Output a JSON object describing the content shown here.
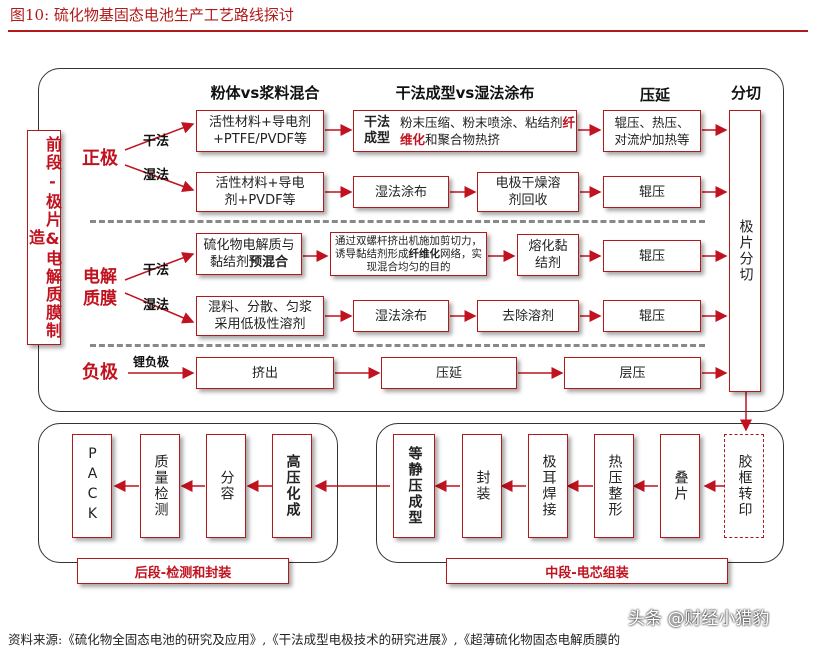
{
  "title": "图10:   硫化物基固态电池生产工艺路线探讨",
  "headers": {
    "mix": "粉体vs浆料混合",
    "forming": "干法成型vs湿法涂布",
    "press": "压延",
    "cut": "分切"
  },
  "front_label": "前段-极片&电解质膜制造",
  "rows": {
    "cathode": {
      "label": "正极",
      "dry": "干法",
      "wet": "湿法",
      "dry_mix": "活性材料+导电剂+PTFE/PVDF等",
      "dry_form_tag": "干法成型",
      "dry_form_pre": "粉末压缩、粉末喷涂、粘结剂",
      "dry_form_hl": "纤维化",
      "dry_form_post": "和聚合物热挤",
      "dry_press": "辊压、热压、对流炉加热等",
      "wet_mix": "活性材料+导电剂+PVDF等",
      "wet_coat": "湿法涂布",
      "wet_dry": "电极干燥溶剂回收",
      "wet_press": "辊压"
    },
    "electrolyte": {
      "label": "电解质膜",
      "dry": "干法",
      "wet": "湿法",
      "dry_mix_pre": "硫化物电解质与黏结剂",
      "dry_mix_hl": "预混合",
      "dry_form_pre": "通过双螺杆挤出机施加剪切力，诱导黏结剂形成",
      "dry_form_hl": "纤维化",
      "dry_form_post": "网络，实现混合均匀的目的",
      "dry_melt": "熔化黏结剂",
      "dry_press": "辊压",
      "wet_mix": "混料、分散、匀浆采用低极性溶剂",
      "wet_coat": "湿法涂布",
      "wet_solvent": "去除溶剂",
      "wet_press": "辊压"
    },
    "anode": {
      "label": "负极",
      "arrow": "锂负极",
      "extrude": "挤出",
      "press": "压延",
      "laminate": "层压"
    }
  },
  "slit": "极片分切",
  "middle": {
    "frame": "胶框转印",
    "stack": "叠片",
    "hot": "热压整形",
    "tab": "极耳焊接",
    "seal": "封装",
    "iso": "等静压成型",
    "label": "中段-电芯组装"
  },
  "back": {
    "hp": "高压化成",
    "grade": "分容",
    "qc": "质量检测",
    "pack": "PACK",
    "label": "后段-检测和封装"
  },
  "source": "资料来源:《硫化物全固态电池的研究及应用》,《干法成型电极技术的研究进展》,《超薄硫化物固态电解质膜的",
  "watermark": "头条 @财经小猎豹",
  "colors": {
    "accent": "#b11a1a",
    "label_red": "#c1121f"
  }
}
